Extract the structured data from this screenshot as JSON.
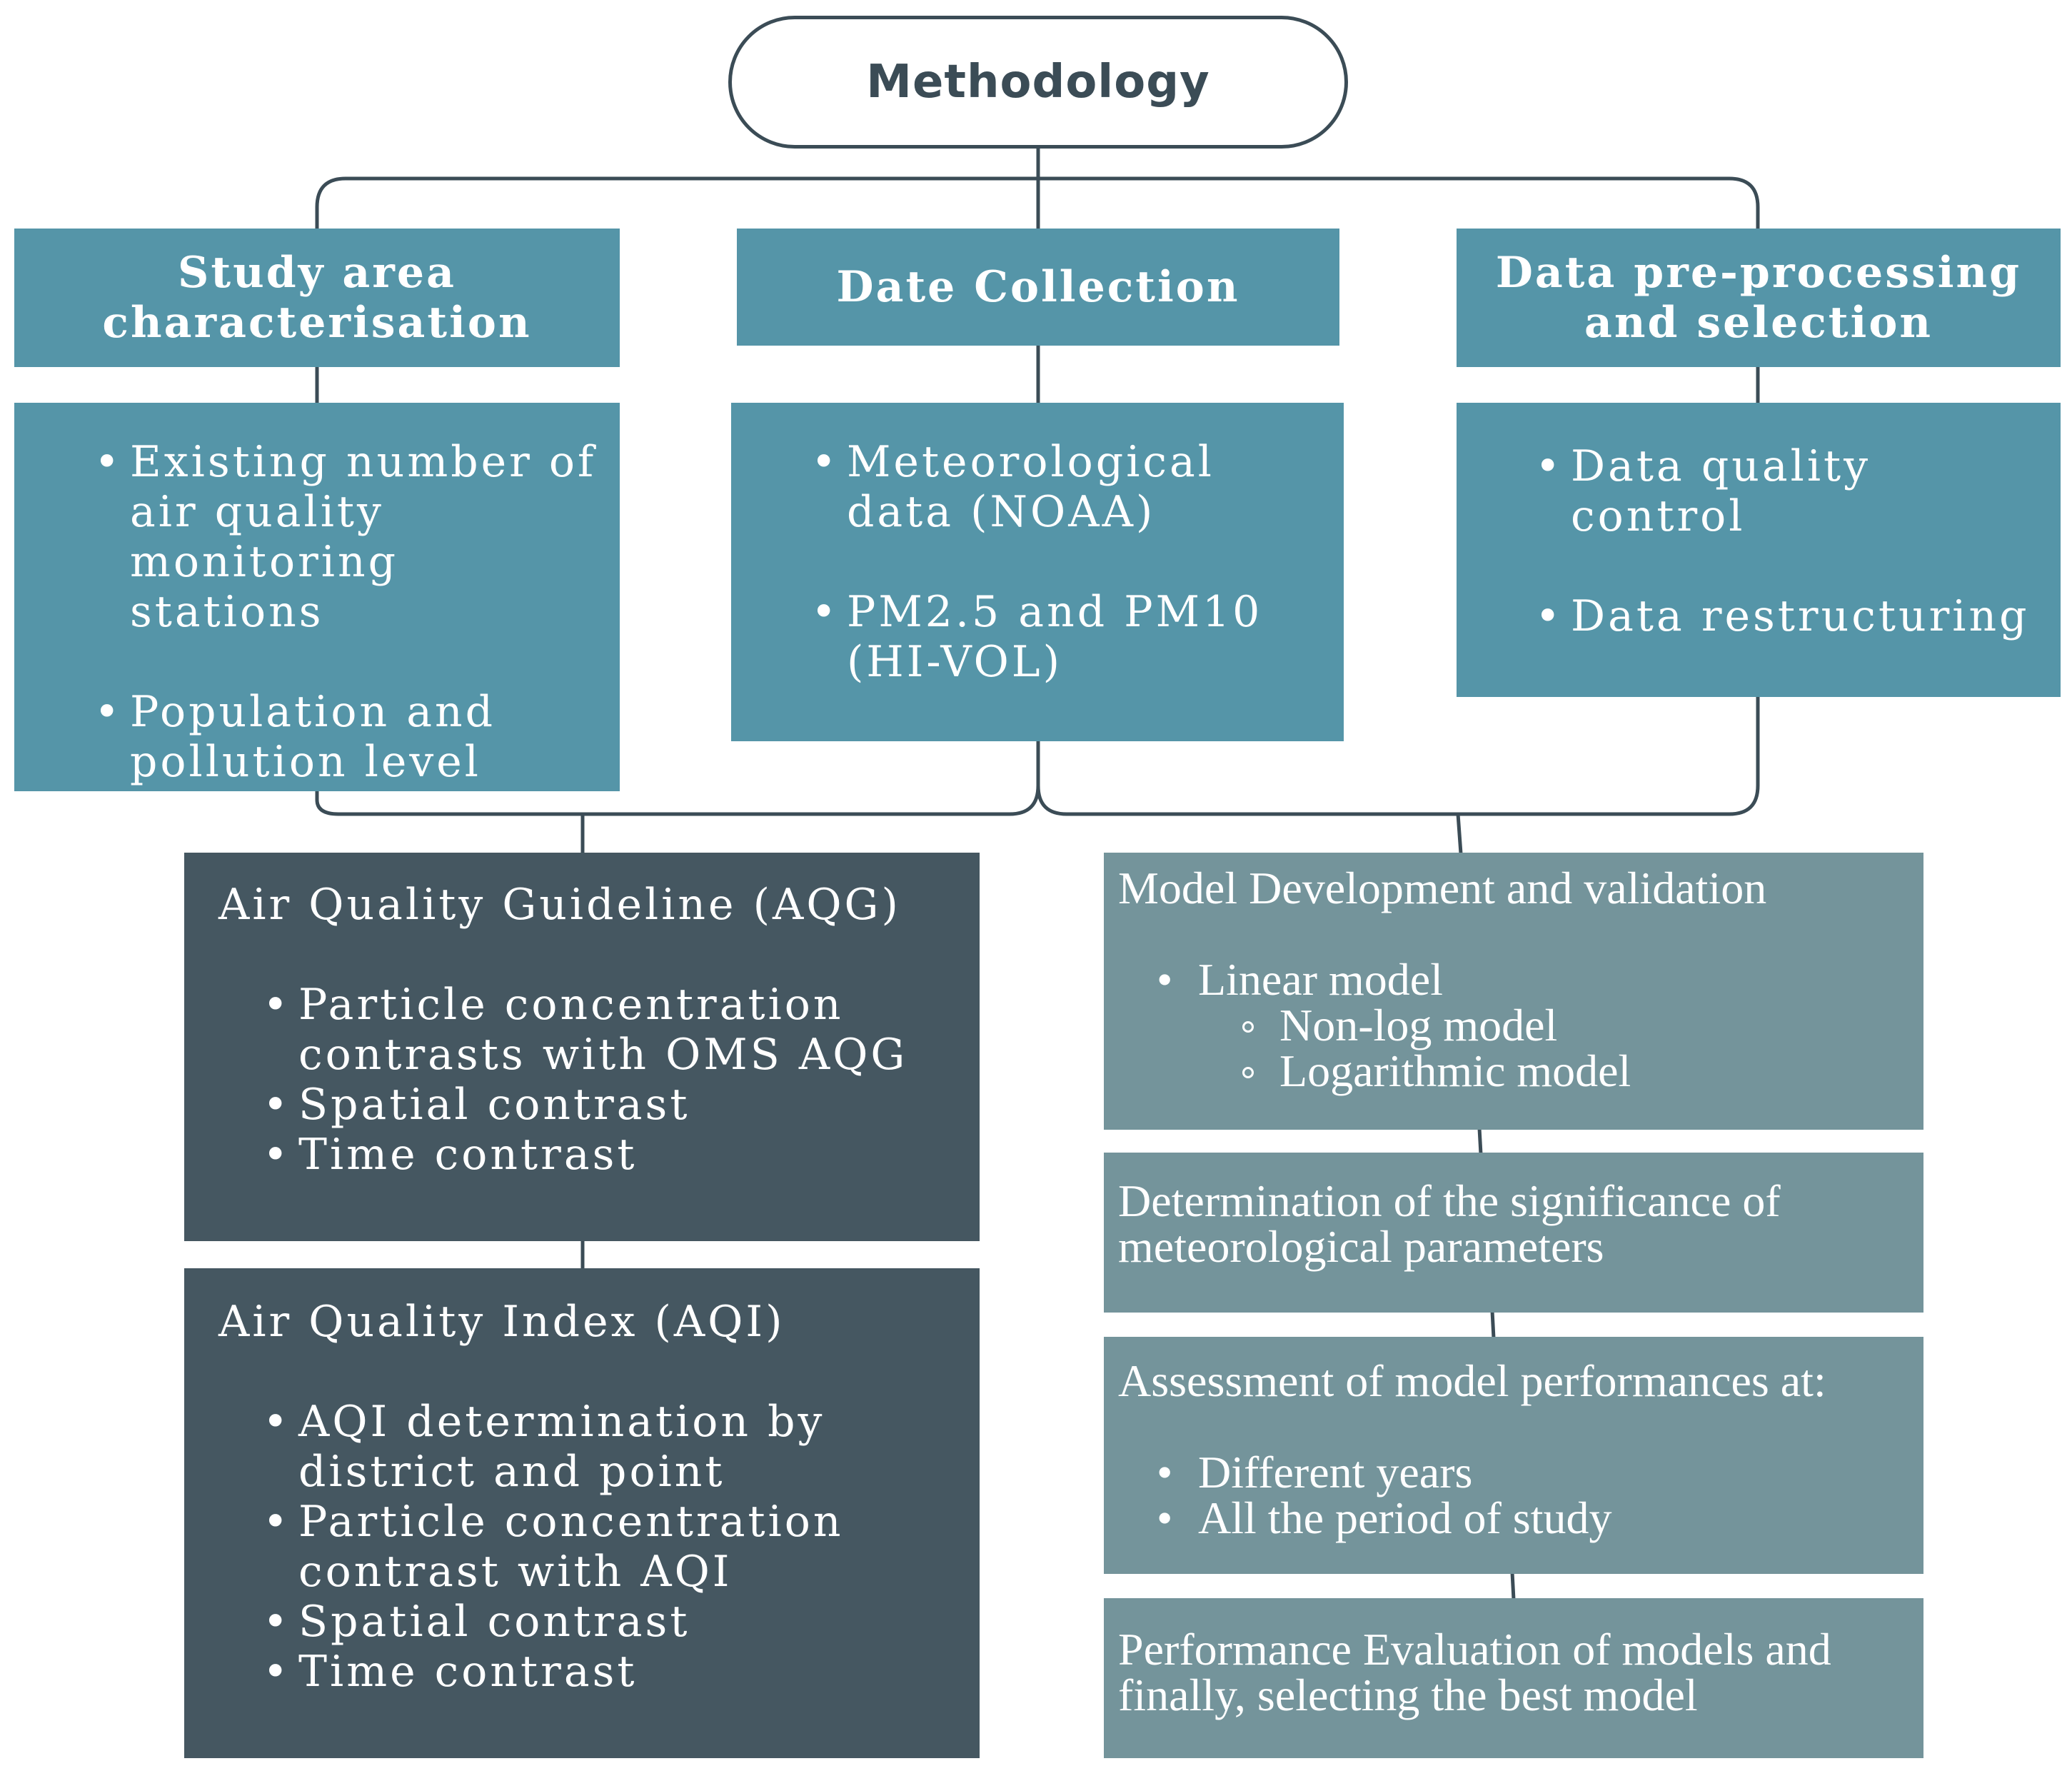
{
  "root": {
    "label": "Methodology"
  },
  "columns": [
    {
      "header": "Study area characterisation",
      "items": [
        "Existing number of air quality monitoring stations",
        "Population and pollution level"
      ]
    },
    {
      "header": "Date Collection",
      "items": [
        "Meteorological data (NOAA)",
        "PM2.5 and PM10 (HI-VOL)"
      ]
    },
    {
      "header": "Data pre-processing and selection",
      "items": [
        "Data quality control",
        "Data restructuring"
      ]
    }
  ],
  "left_branch": {
    "aqg": {
      "title": "Air Quality Guideline (AQG)",
      "items": [
        "Particle concentration contrasts with OMS AQG",
        "Spatial contrast",
        "Time contrast"
      ]
    },
    "aqi": {
      "title": "Air Quality Index (AQI)",
      "items": [
        "AQI determination by district and point",
        "Particle concentration contrast with AQI",
        "Spatial contrast",
        "Time contrast"
      ]
    }
  },
  "right_branch": {
    "model_dev": {
      "title": "Model Development and validation",
      "item": "Linear model",
      "subitems": [
        "Non-log model",
        "Logarithmic model"
      ]
    },
    "significance": {
      "text": "Determination of the significance of meteorological parameters"
    },
    "assessment": {
      "title": "Assessment of model performances at:",
      "items": [
        "Different years",
        "All the period of study"
      ]
    },
    "evaluation": {
      "text": "Performance Evaluation of models and finally, selecting the best model"
    }
  },
  "colors": {
    "header_teal": "#5595a8",
    "dark_slate": "#455761",
    "grey_teal": "#74949b",
    "line": "#3b4c56"
  }
}
